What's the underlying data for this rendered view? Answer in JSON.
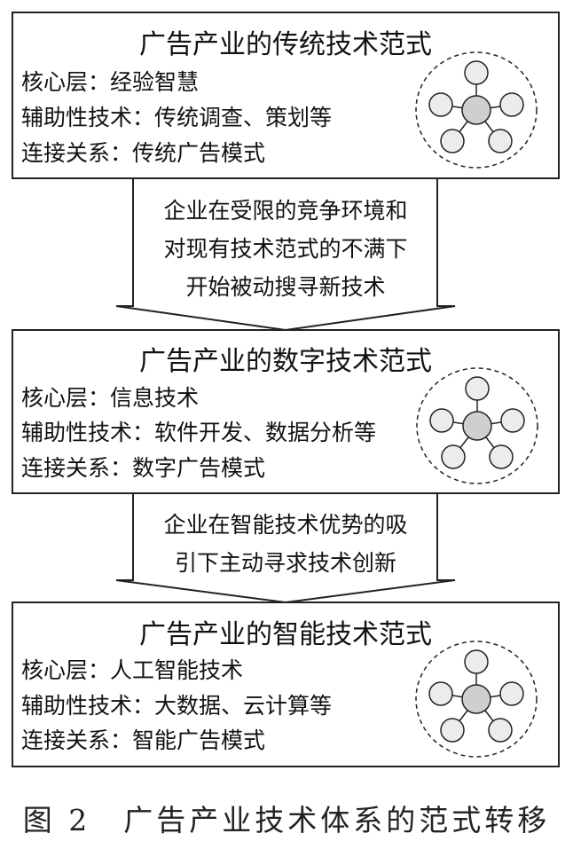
{
  "paradigms": [
    {
      "title": "广告产业的传统技术范式",
      "lines": [
        "核心层：经验智慧",
        "辅助性技术：传统调查、策划等",
        "连接关系：传统广告模式"
      ],
      "icon": "network-cluster-icon"
    },
    {
      "title": "广告产业的数字技术范式",
      "lines": [
        "核心层：信息技术",
        "辅助性技术：软件开发、数据分析等",
        "连接关系：数字广告模式"
      ],
      "icon": "network-cluster-icon"
    },
    {
      "title": "广告产业的智能技术范式",
      "lines": [
        "核心层：人工智能技术",
        "辅助性技术：大数据、云计算等",
        "连接关系：智能广告模式"
      ],
      "icon": "network-cluster-icon"
    }
  ],
  "transitions": [
    {
      "lines": [
        "企业在受限的竞争环境和",
        "对现有技术范式的不满下",
        "开始被动搜寻新技术"
      ]
    },
    {
      "lines": [
        "企业在智能技术优势的吸",
        "引下主动寻求技术创新"
      ]
    }
  ],
  "caption": "图 2　广告产业技术体系的范式转移",
  "colors": {
    "border": "#222222",
    "node_fill": "#ececec",
    "center_fill": "#cfcfcf"
  }
}
